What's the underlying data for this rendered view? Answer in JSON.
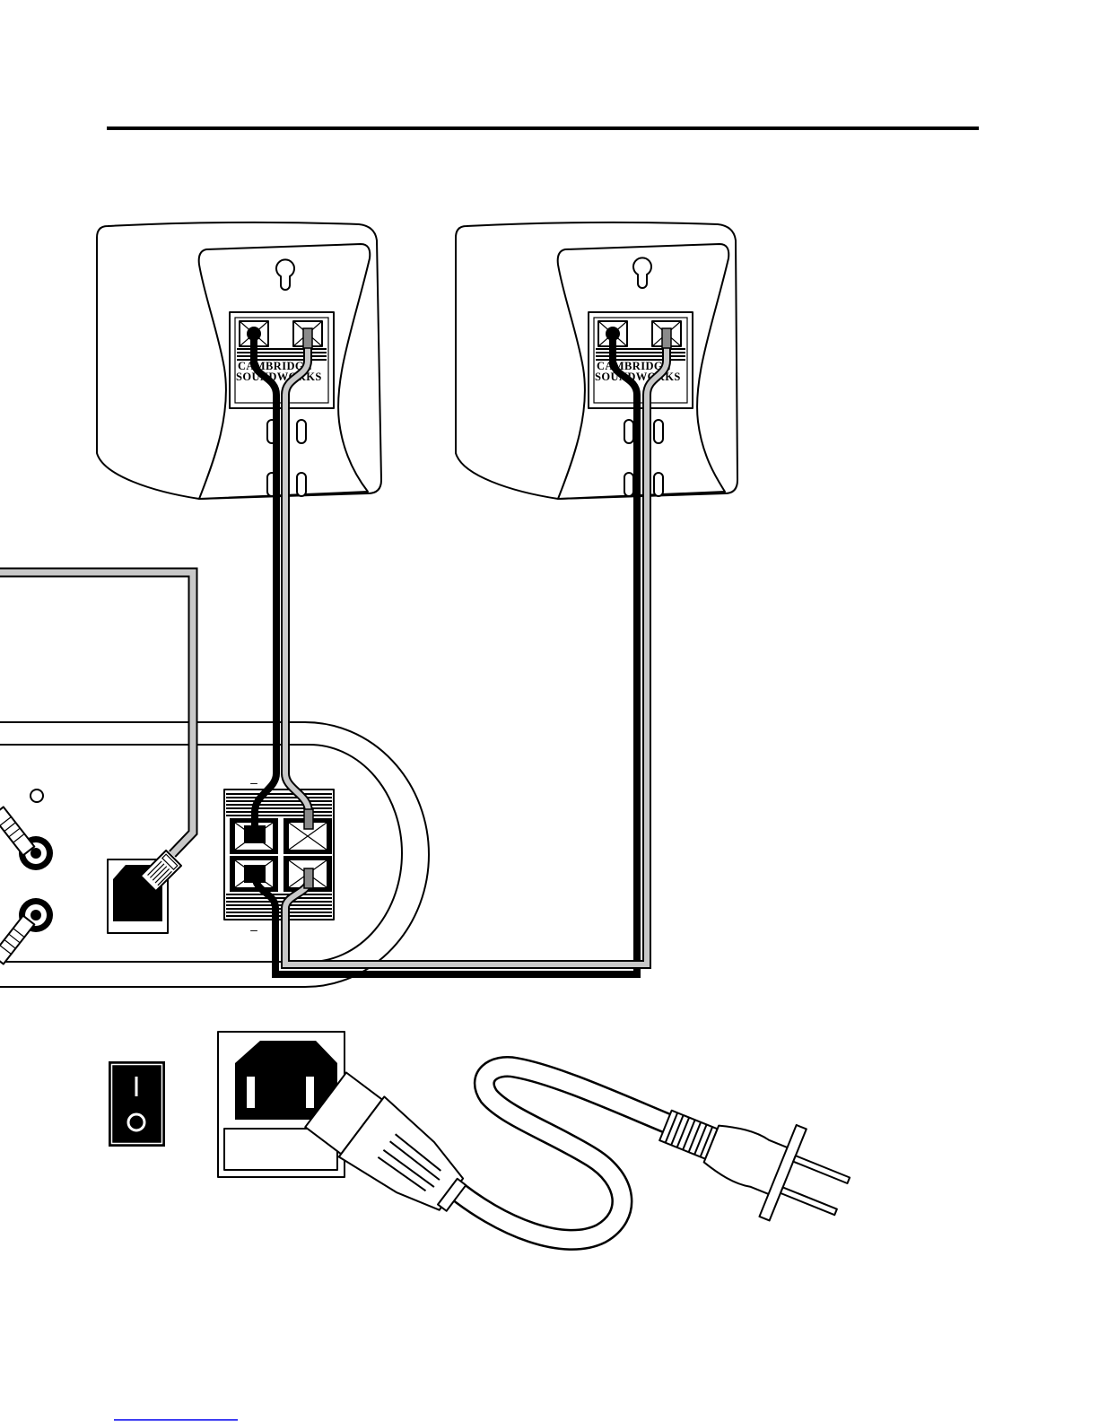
{
  "speakers": {
    "left": {
      "logo_line1": "CAMBRIDGE",
      "logo_line2": "SOUNDWORKS"
    },
    "right": {
      "logo_line1": "CAMBRIDGE",
      "logo_line2": "SOUNDWORKS"
    }
  },
  "amplifier": {
    "terminal_marks": {
      "top": "–",
      "bottom": "–"
    }
  },
  "power_switch": {
    "on_icon": "power-on-line-icon",
    "off_icon": "power-off-circle-icon"
  },
  "colors": {
    "ink": "#000000",
    "wire_gray": "#c8c8c8",
    "link_underline": "#0000ee"
  }
}
